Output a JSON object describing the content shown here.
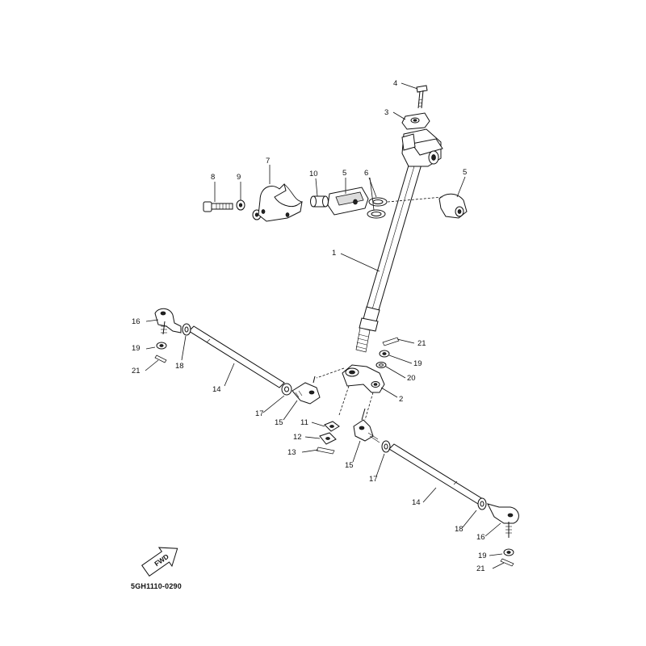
{
  "diagram": {
    "drawing_code": "5GH1110-0290",
    "direction_badge": "FWD",
    "callouts": [
      {
        "id": "c4",
        "label": "4"
      },
      {
        "id": "c3",
        "label": "3"
      },
      {
        "id": "c7",
        "label": "7"
      },
      {
        "id": "c8",
        "label": "8"
      },
      {
        "id": "c9",
        "label": "9"
      },
      {
        "id": "c10",
        "label": "10"
      },
      {
        "id": "c5a",
        "label": "5"
      },
      {
        "id": "c6",
        "label": "6"
      },
      {
        "id": "c5b",
        "label": "5"
      },
      {
        "id": "c1",
        "label": "1"
      },
      {
        "id": "c16a",
        "label": "16"
      },
      {
        "id": "c19a",
        "label": "19"
      },
      {
        "id": "c21a",
        "label": "21"
      },
      {
        "id": "c18a",
        "label": "18"
      },
      {
        "id": "c14a",
        "label": "14"
      },
      {
        "id": "c21b",
        "label": "21"
      },
      {
        "id": "c19b",
        "label": "19"
      },
      {
        "id": "c20",
        "label": "20"
      },
      {
        "id": "c2",
        "label": "2"
      },
      {
        "id": "c17a",
        "label": "17"
      },
      {
        "id": "c15a",
        "label": "15"
      },
      {
        "id": "c11",
        "label": "11"
      },
      {
        "id": "c12",
        "label": "12"
      },
      {
        "id": "c13",
        "label": "13"
      },
      {
        "id": "c15b",
        "label": "15"
      },
      {
        "id": "c17b",
        "label": "17"
      },
      {
        "id": "c14b",
        "label": "14"
      },
      {
        "id": "c18b",
        "label": "18"
      },
      {
        "id": "c16b",
        "label": "16"
      },
      {
        "id": "c19c",
        "label": "19"
      },
      {
        "id": "c21c",
        "label": "21"
      }
    ]
  }
}
